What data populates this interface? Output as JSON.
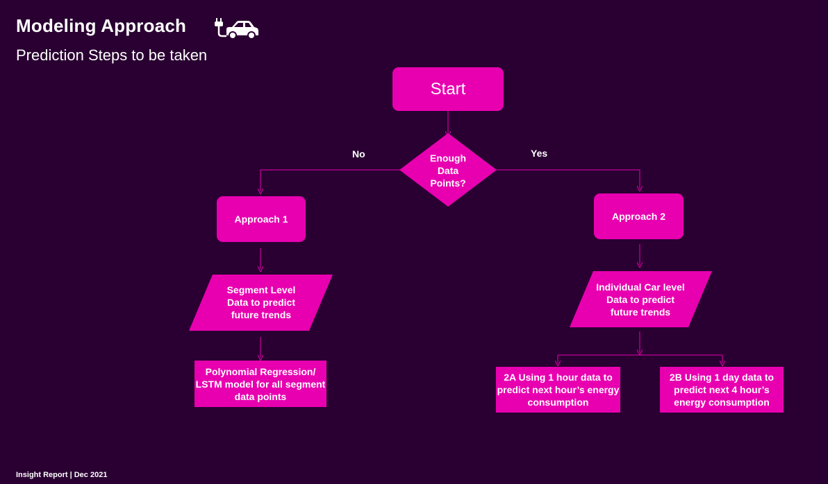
{
  "header": {
    "title": "Modeling Approach",
    "subtitle": "Prediction Steps to be taken"
  },
  "footer": {
    "text": "Insight Report | Dec 2021"
  },
  "icons": {
    "header_icon": "electric-car-icon"
  },
  "colors": {
    "background": "#2a0032",
    "node_fill": "#e800b0",
    "connector": "#e800b0",
    "text": "#ffffff"
  },
  "flowchart": {
    "start": "Start",
    "decision": "Enough Data Points?",
    "branch_no": "No",
    "branch_yes": "Yes",
    "approach1": "Approach 1",
    "approach2": "Approach 2",
    "segment_data": "Segment Level Data to predict future trends",
    "car_data": "Individual Car level Data to predict future trends",
    "model1": "Polynomial Regression/ LSTM model for all segment data points",
    "option_2a": "2A Using 1 hour data to predict next hour’s energy consumption",
    "option_2b": "2B Using 1 day data to predict next 4 hour’s energy consumption"
  }
}
